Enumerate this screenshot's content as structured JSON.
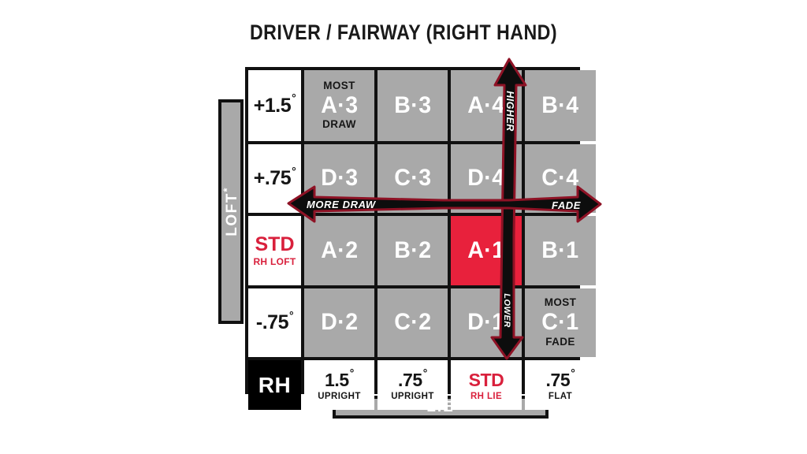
{
  "title": "DRIVER / FAIRWAY (RIGHT HAND)",
  "axes": {
    "loft_label": "LOFT",
    "loft_superscript": "*",
    "lie_label": "LIE"
  },
  "colors": {
    "red_accent": "#e8213c",
    "red_text": "#d9203c",
    "cell_gray": "#a9a9a9",
    "black": "#000000",
    "white": "#ffffff"
  },
  "arrows": {
    "up": "HIGHER",
    "down": "LOWER",
    "left": "MORE DRAW",
    "right": "FADE"
  },
  "loft_rows": [
    {
      "value": "+1.5",
      "degree": "°",
      "is_std": false
    },
    {
      "value": "+.75",
      "degree": "°",
      "is_std": false
    },
    {
      "value": "STD",
      "sub": "RH LOFT",
      "is_std": true
    },
    {
      "value": "-.75",
      "degree": "°",
      "is_std": false
    }
  ],
  "lie_header": "RH",
  "lie_columns": [
    {
      "value": "1.5",
      "degree": "°",
      "sub": "UPRIGHT",
      "is_std": false
    },
    {
      "value": ".75",
      "degree": "°",
      "sub": "UPRIGHT",
      "is_std": false
    },
    {
      "value": "STD",
      "degree": "",
      "sub": "RH LIE",
      "is_std": true
    },
    {
      "value": ".75",
      "degree": "°",
      "sub": "FLAT",
      "is_std": false
    }
  ],
  "matrix": [
    [
      {
        "code": "A·3",
        "top": "MOST",
        "bottom": "DRAW",
        "highlight": false
      },
      {
        "code": "B·3",
        "top": "",
        "bottom": "",
        "highlight": false
      },
      {
        "code": "A·4",
        "top": "",
        "bottom": "",
        "highlight": false
      },
      {
        "code": "B·4",
        "top": "",
        "bottom": "",
        "highlight": false
      }
    ],
    [
      {
        "code": "D·3",
        "top": "",
        "bottom": "",
        "highlight": false
      },
      {
        "code": "C·3",
        "top": "",
        "bottom": "",
        "highlight": false
      },
      {
        "code": "D·4",
        "top": "",
        "bottom": "",
        "highlight": false
      },
      {
        "code": "C·4",
        "top": "",
        "bottom": "",
        "highlight": false
      }
    ],
    [
      {
        "code": "A·2",
        "top": "",
        "bottom": "",
        "highlight": false
      },
      {
        "code": "B·2",
        "top": "",
        "bottom": "",
        "highlight": false
      },
      {
        "code": "A·1",
        "top": "",
        "bottom": "",
        "highlight": true
      },
      {
        "code": "B·1",
        "top": "",
        "bottom": "",
        "highlight": false
      }
    ],
    [
      {
        "code": "D·2",
        "top": "",
        "bottom": "",
        "highlight": false
      },
      {
        "code": "C·2",
        "top": "",
        "bottom": "",
        "highlight": false
      },
      {
        "code": "D·1",
        "top": "",
        "bottom": "",
        "highlight": false
      },
      {
        "code": "C·1",
        "top": "MOST",
        "bottom": "FADE",
        "highlight": false
      }
    ]
  ]
}
